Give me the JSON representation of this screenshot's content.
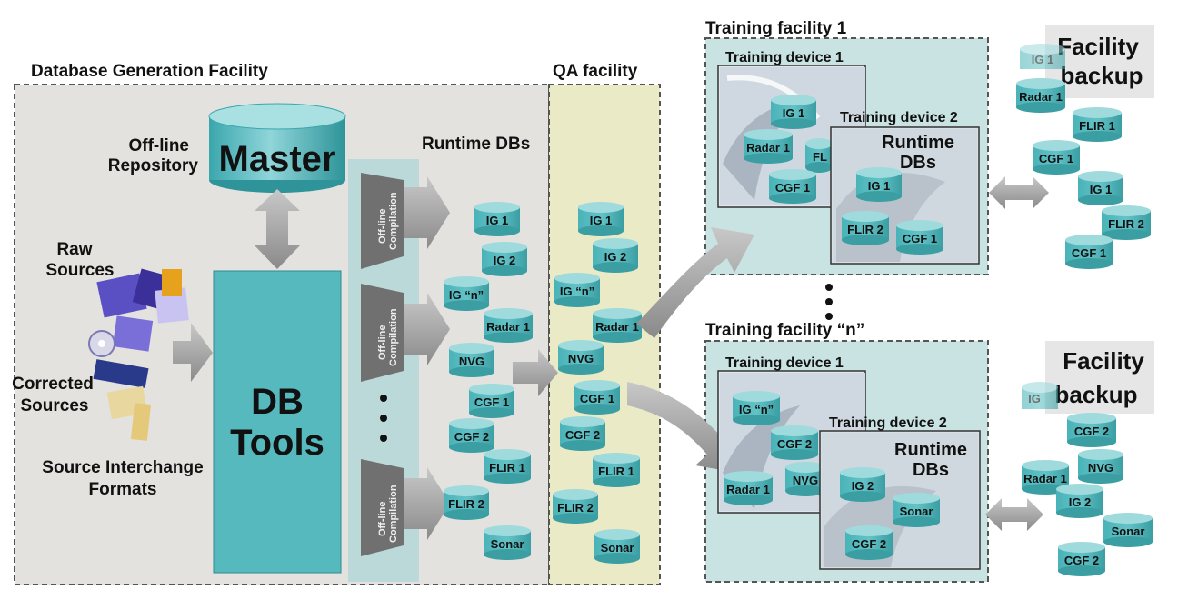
{
  "facility_titles": {
    "database_generation": "Database Generation  Facility",
    "qa": "QA facility",
    "training_1": "Training facility 1",
    "training_n": "Training facility “n”"
  },
  "labels": {
    "offline_repository": [
      "Off-line",
      "Repository"
    ],
    "master": "Master",
    "raw_sources": [
      "Raw",
      "Sources"
    ],
    "corrected_sources": [
      "Corrected",
      "Sources"
    ],
    "source_interchange": [
      "Source Interchange",
      "Formats"
    ],
    "db_tools": [
      "DB",
      "Tools"
    ],
    "runtime_dbs_header": "Runtime DBs",
    "offline_compilation": [
      "Off-line",
      "Compilation"
    ],
    "training_device_1": "Training device 1",
    "training_device_2": "Training device 2",
    "runtime_dbs_box": [
      "Runtime",
      "DBs"
    ],
    "facility_backup": [
      "Facility",
      "backup"
    ]
  },
  "runtime_dbs": [
    "IG 1",
    "IG 2",
    "IG “n”",
    "Radar 1",
    "NVG",
    "CGF 1",
    "CGF 2",
    "FLIR 1",
    "FLIR 2",
    "Sonar"
  ],
  "qa_dbs": [
    "IG 1",
    "IG 2",
    "IG “n”",
    "Radar 1",
    "NVG",
    "CGF 1",
    "CGF 2",
    "FLIR 1",
    "FLIR 2",
    "Sonar"
  ],
  "tf1_device1_dbs": [
    "IG 1",
    "Radar 1",
    "FL",
    "CGF 1"
  ],
  "tf1_device2_dbs": [
    "IG 1",
    "FLIR 2",
    "CGF 1"
  ],
  "tf1_backup_dbs": [
    "IG 1",
    "Radar 1",
    "FLIR 1",
    "CGF 1",
    "IG 1",
    "FLIR 2",
    "CGF 1"
  ],
  "tfn_device1_dbs": [
    "IG “n”",
    "CGF 2",
    "Radar 1",
    "NVG"
  ],
  "tfn_device2_dbs": [
    "IG 2",
    "Sonar",
    "CGF 2"
  ],
  "tfn_backup_dbs": [
    "IG",
    "CGF 2",
    "Radar 1",
    "NVG",
    "IG 2",
    "Sonar",
    "CGF 2"
  ]
}
